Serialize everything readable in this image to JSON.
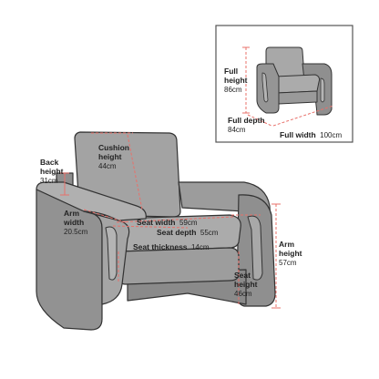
{
  "colors": {
    "chair_fill": "#9a9a9a",
    "chair_outline": "#333333",
    "measure_line": "#e8706a",
    "inset_border": "#555555"
  },
  "inset": {
    "full_height": {
      "name": "Full height",
      "value": "86cm"
    },
    "full_depth": {
      "name": "Full depth",
      "value": "84cm"
    },
    "full_width": {
      "name": "Full width",
      "value": "100cm"
    }
  },
  "dims": {
    "back_height": {
      "name": "Back height",
      "value": "31cm"
    },
    "cushion_height": {
      "name": "Cushion height",
      "value": "44cm"
    },
    "arm_width": {
      "name": "Arm width",
      "value": "20.5cm"
    },
    "seat_width": {
      "name": "Seat width",
      "value": "59cm"
    },
    "seat_depth": {
      "name": "Seat depth",
      "value": "55cm"
    },
    "seat_thickness": {
      "name": "Seat thickness",
      "value": "14cm"
    },
    "seat_height": {
      "name": "Seat height",
      "value": "46cm"
    },
    "arm_height": {
      "name": "Arm height",
      "value": "57cm"
    }
  }
}
